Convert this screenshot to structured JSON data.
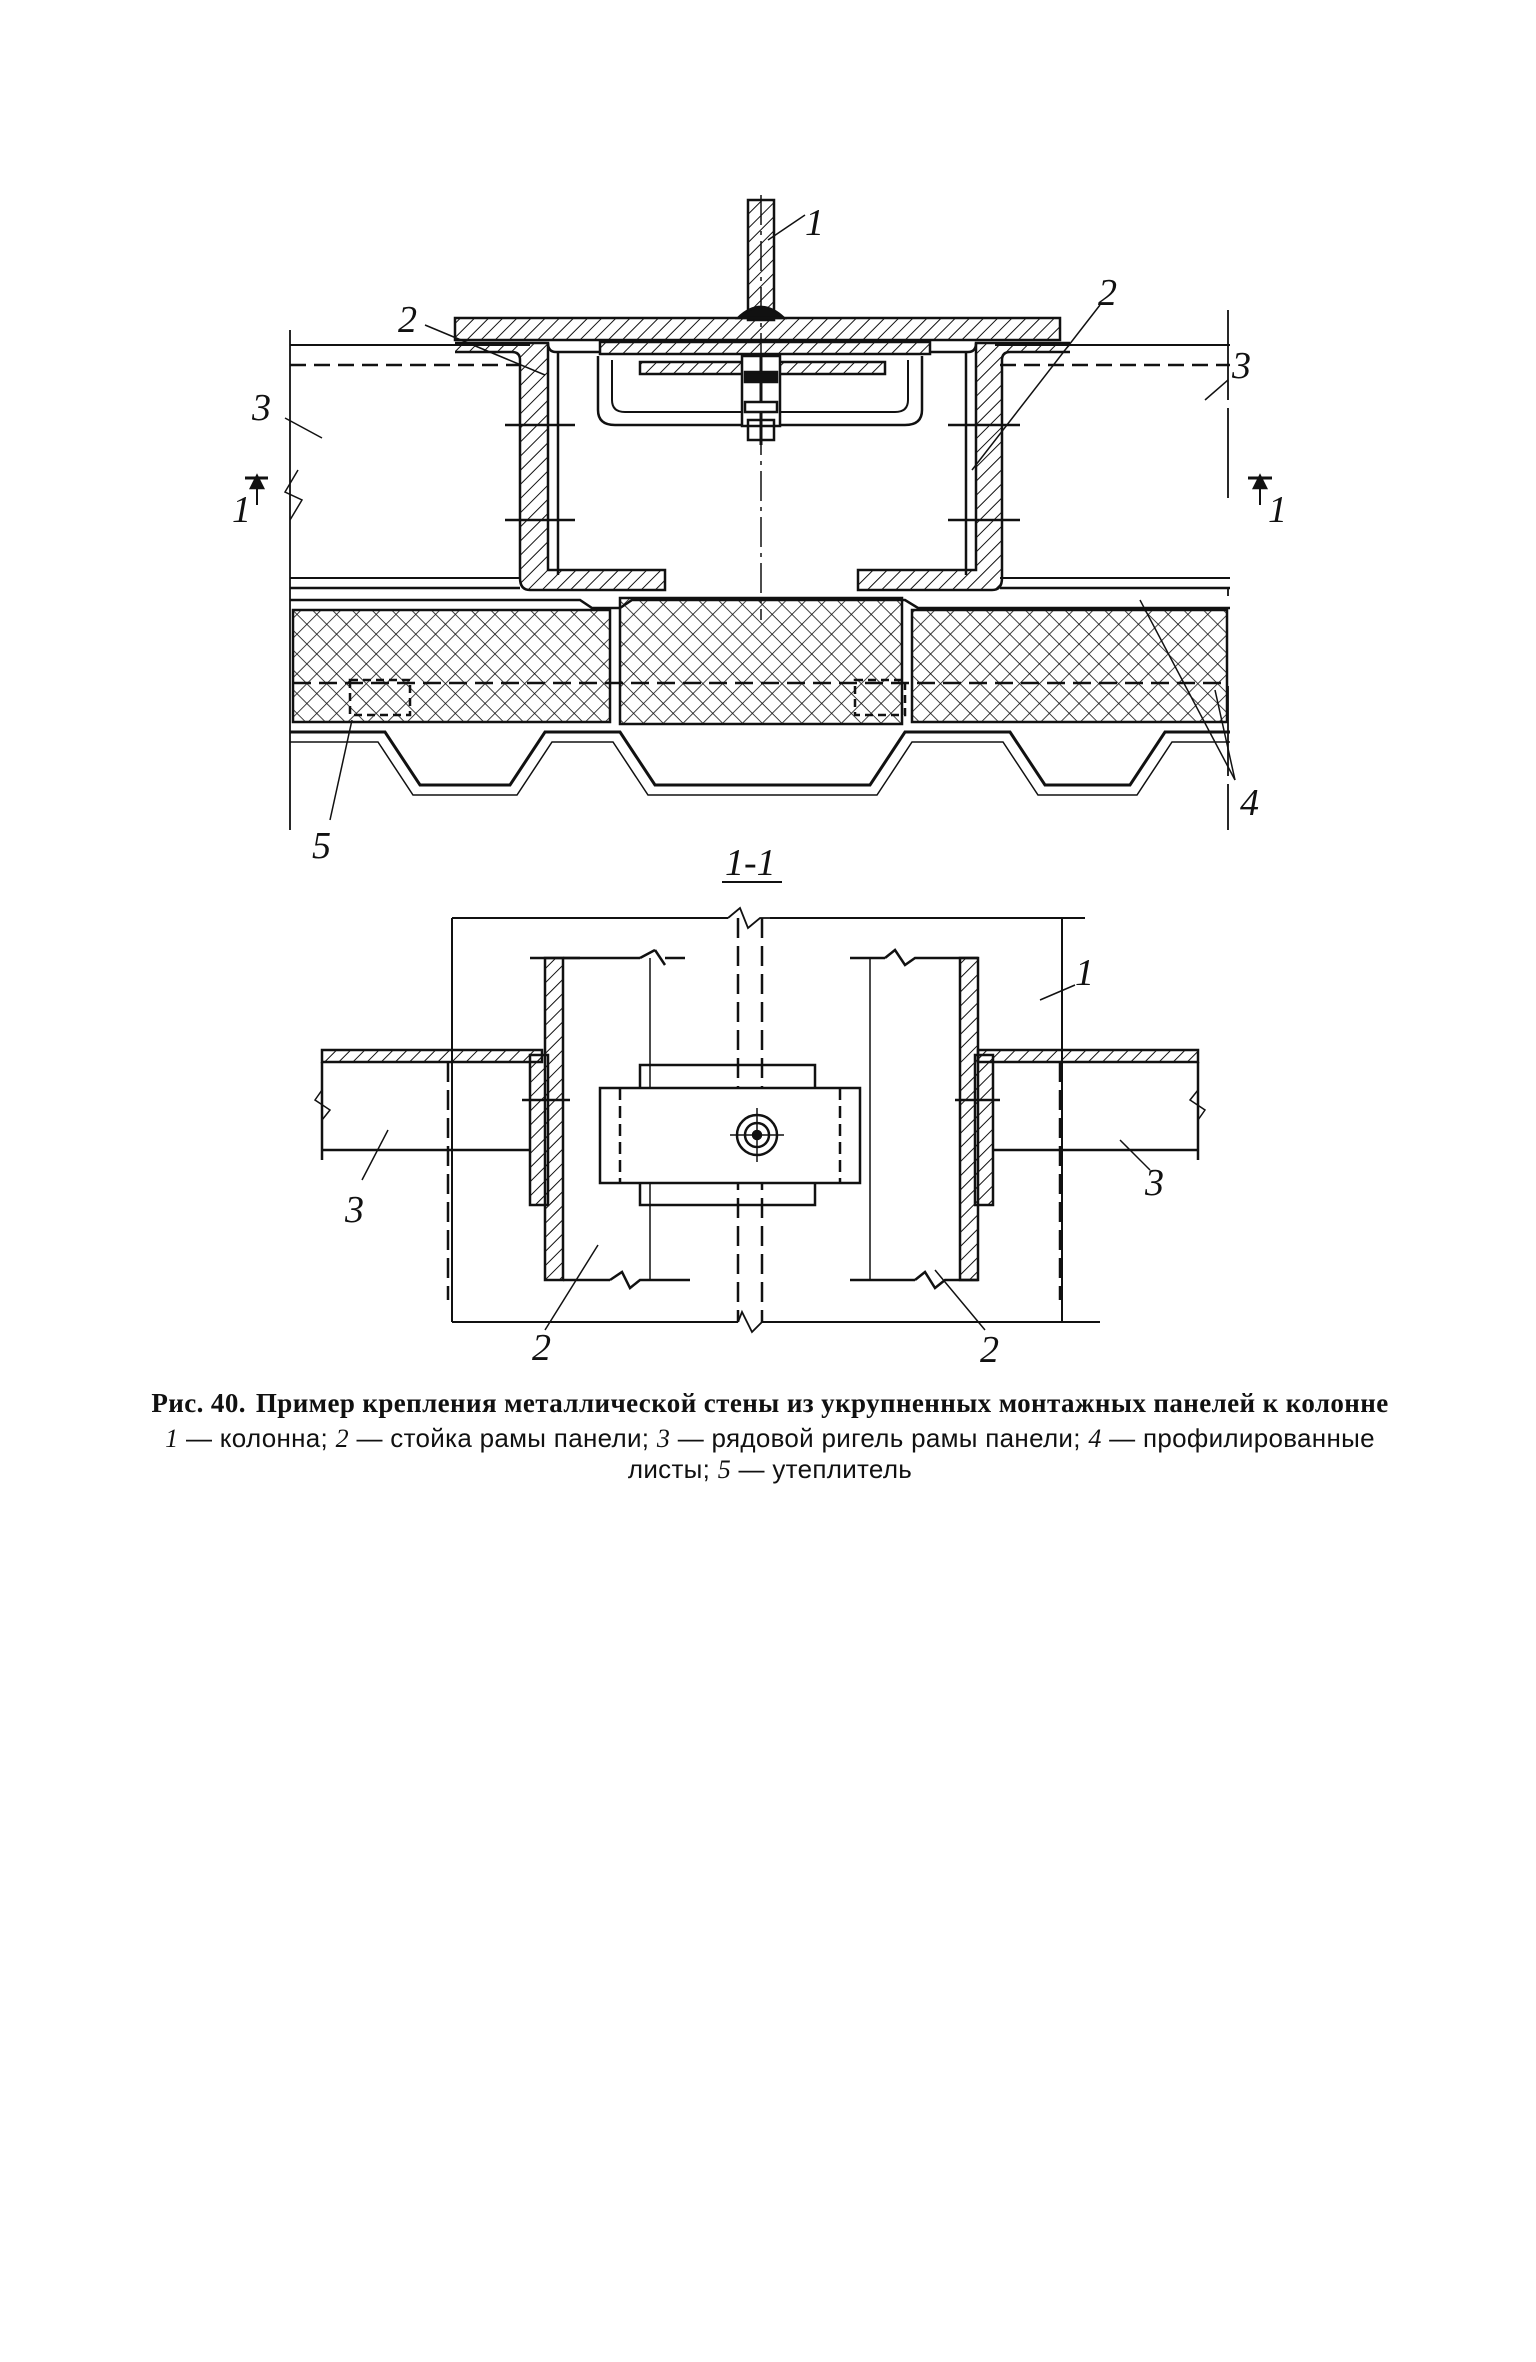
{
  "figure": {
    "labels": {
      "column": "1",
      "frame_post": "2",
      "rail": "3",
      "profiled_sheets": "4",
      "insulation": "5",
      "section_mark": "1",
      "section_title": "1-1"
    }
  },
  "caption": {
    "fig_number": "Рис. 40.",
    "title": "Пример крепления металлической стены из укрупненных монтажных панелей к колонне",
    "legend": [
      {
        "key": "1",
        "text": "— колонна;"
      },
      {
        "key": "2",
        "text": "— стойка рамы панели;"
      },
      {
        "key": "3",
        "text": "— рядовой ригель рамы панели;"
      },
      {
        "key": "4",
        "text": "— профилированные листы;"
      },
      {
        "key": "5",
        "text": "— утеплитель"
      }
    ]
  }
}
